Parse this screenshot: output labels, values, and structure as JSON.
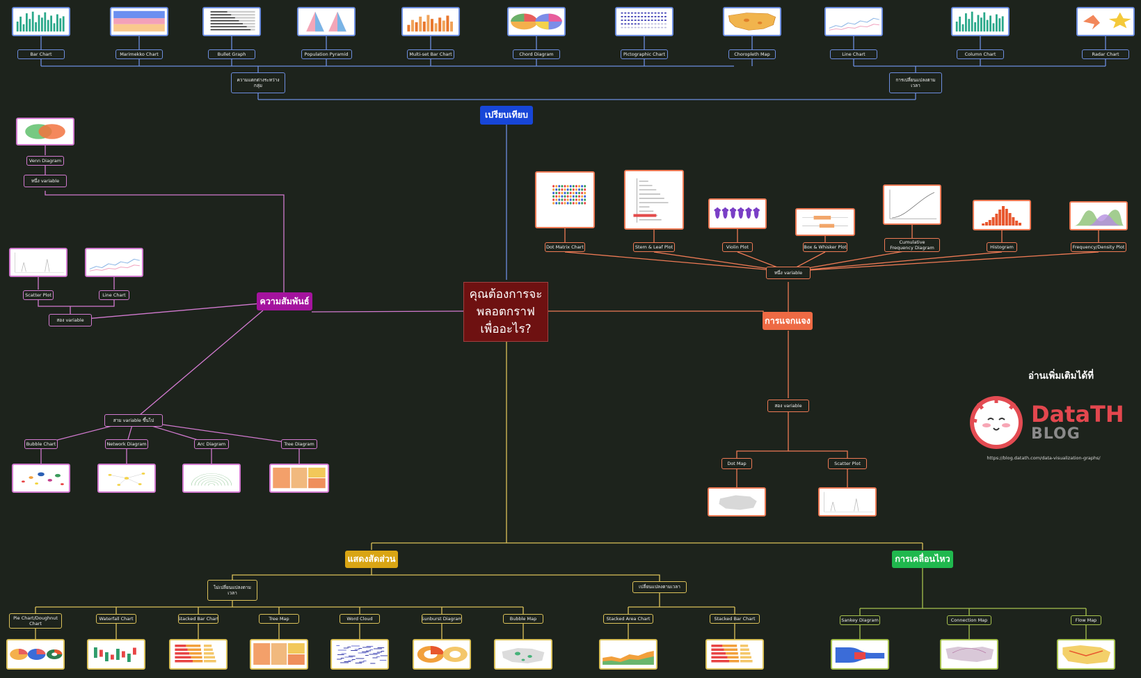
{
  "center_question": [
    "คุณต้องการจะ",
    "พลอตกราฟ",
    "เพื่ออะไร?"
  ],
  "categories": {
    "compare": {
      "label": "เปรียบเทียบ",
      "color": "#1746d8",
      "line": "#6d8ee0"
    },
    "relation": {
      "label": "ความสัมพันธ์",
      "color": "#a4139e",
      "line": "#d27ad0"
    },
    "distribution": {
      "label": "การแจกแจง",
      "color": "#ee6a44",
      "line": "#ee7a55"
    },
    "composition": {
      "label": "แสดงสัดส่วน",
      "color": "#d9a514",
      "line": "#dcc25a"
    },
    "movement": {
      "label": "การเคลื่อนไหว",
      "color": "#20b84e",
      "line": "#a7c24e"
    }
  },
  "compare": {
    "groups": [
      "ความแตกต่างระหว่างกลุ่ม",
      "การเปลี่ยนแปลงตามเวลา"
    ],
    "charts": [
      {
        "label": "Bar Chart",
        "icon": "bar-chart"
      },
      {
        "label": "Marimekko Chart",
        "icon": "marimekko-chart"
      },
      {
        "label": "Bullet Graph",
        "icon": "bullet-graph"
      },
      {
        "label": "Population Pyramid",
        "icon": "population-pyramid"
      },
      {
        "label": "Multi-set Bar Chart",
        "icon": "multiset-bar-chart"
      },
      {
        "label": "Chord Diagram",
        "icon": "chord-diagram"
      },
      {
        "label": "Pictographic Chart",
        "icon": "pictographic-chart"
      },
      {
        "label": "Choropleth Map",
        "icon": "choropleth-map"
      },
      {
        "label": "Line Chart",
        "icon": "line-chart"
      },
      {
        "label": "Column Chart",
        "icon": "column-chart"
      },
      {
        "label": "Radar Chart",
        "icon": "radar-chart"
      }
    ]
  },
  "relation": {
    "one_variable": {
      "label": "หนึ่ง variable",
      "charts": [
        {
          "label": "Venn Diagram",
          "icon": "venn-diagram"
        }
      ]
    },
    "two_variables": {
      "label": "สอง variable",
      "charts": [
        {
          "label": "Scatter Plot",
          "icon": "scatter-plot"
        },
        {
          "label": "Line Chart",
          "icon": "line-chart"
        }
      ]
    },
    "three_plus": {
      "label": "สาม variable ขึ้นไป",
      "charts": [
        {
          "label": "Bubble Chart",
          "icon": "bubble-chart"
        },
        {
          "label": "Network Diagram",
          "icon": "network-diagram"
        },
        {
          "label": "Arc Diagram",
          "icon": "arc-diagram"
        },
        {
          "label": "Tree Diagram",
          "icon": "tree-diagram"
        }
      ]
    }
  },
  "distribution": {
    "one_variable": {
      "label": "หนึ่ง variable",
      "charts": [
        {
          "label": "Dot Matrix Chart",
          "icon": "dot-matrix-chart"
        },
        {
          "label": "Stem & Leaf Plot",
          "icon": "stem-leaf-plot"
        },
        {
          "label": "Violin Plot",
          "icon": "violin-plot"
        },
        {
          "label": "Box & Whisker Plot",
          "icon": "box-whisker-plot"
        },
        {
          "label": "Cumulative Frequency Diagram",
          "icon": "cumulative-frequency"
        },
        {
          "label": "Histogram",
          "icon": "histogram"
        },
        {
          "label": "Frequency/Density Plot",
          "icon": "density-plot"
        }
      ]
    },
    "two_variables": {
      "label": "สอง variable",
      "charts": [
        {
          "label": "Dot Map",
          "icon": "dot-map"
        },
        {
          "label": "Scatter Plot",
          "icon": "scatter-plot"
        }
      ]
    }
  },
  "composition": {
    "static": {
      "label": "ไม่เปลี่ยนแปลงตามเวลา",
      "charts": [
        {
          "label": "Pie Chart/Doughnut Chart",
          "icon": "pie-chart"
        },
        {
          "label": "Waterfall Chart",
          "icon": "waterfall-chart"
        },
        {
          "label": "Stacked Bar Chart",
          "icon": "stacked-bar-chart"
        },
        {
          "label": "Tree Map",
          "icon": "tree-map"
        },
        {
          "label": "Word Cloud",
          "icon": "word-cloud"
        },
        {
          "label": "Sunburst Diagram",
          "icon": "sunburst-diagram"
        },
        {
          "label": "Bubble Map",
          "icon": "bubble-map"
        }
      ]
    },
    "over_time": {
      "label": "เปลี่ยนแปลงตามเวลา",
      "charts": [
        {
          "label": "Stacked Area Chart",
          "icon": "stacked-area-chart"
        },
        {
          "label": "Stacked Bar Chart",
          "icon": "stacked-bar-chart"
        }
      ]
    }
  },
  "movement": {
    "charts": [
      {
        "label": "Sankey Diagram",
        "icon": "sankey-diagram"
      },
      {
        "label": "Connection Map",
        "icon": "connection-map"
      },
      {
        "label": "Flow Map",
        "icon": "flow-map"
      }
    ]
  },
  "footer": {
    "read_more": "อ่านเพิ่มเติมได้ที่",
    "brand": "DataTH",
    "brand_sub": "BLOG",
    "url": "https://blog.datath.com/data-visualization-graphs/"
  }
}
